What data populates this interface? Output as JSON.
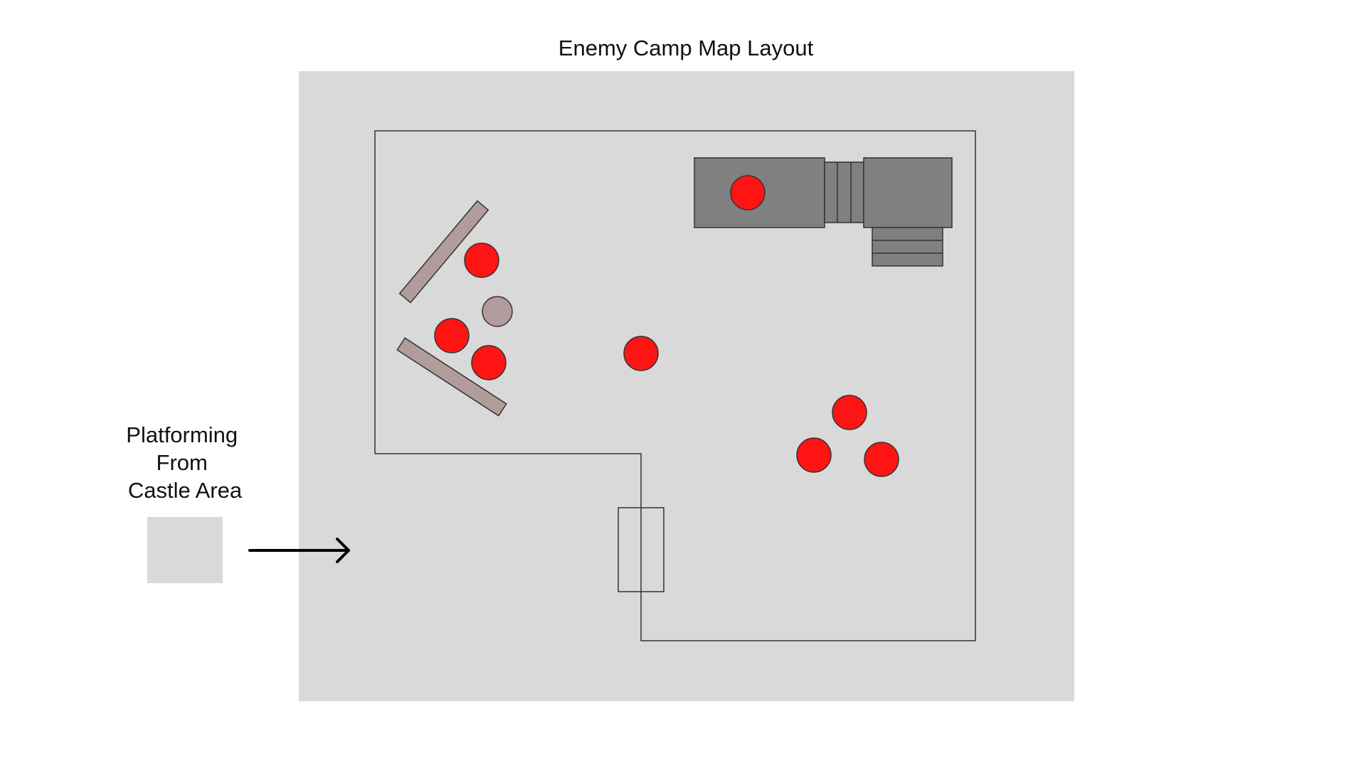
{
  "title": "Enemy Camp Map Layout",
  "side_label": {
    "lines": [
      "Platforming",
      "From",
      "Castle Area"
    ]
  },
  "colors": {
    "background": "#ffffff",
    "map_area": "#d9d9d9",
    "enemy": "#ff1414",
    "cover_barrier": "#b29b9b",
    "structure": "#808080",
    "outline": "#333333",
    "arrow": "#000000"
  },
  "legend_semantics": {
    "enemies": "red-circles",
    "cover": "mauve-barriers",
    "buildings": "gray-blocks"
  }
}
